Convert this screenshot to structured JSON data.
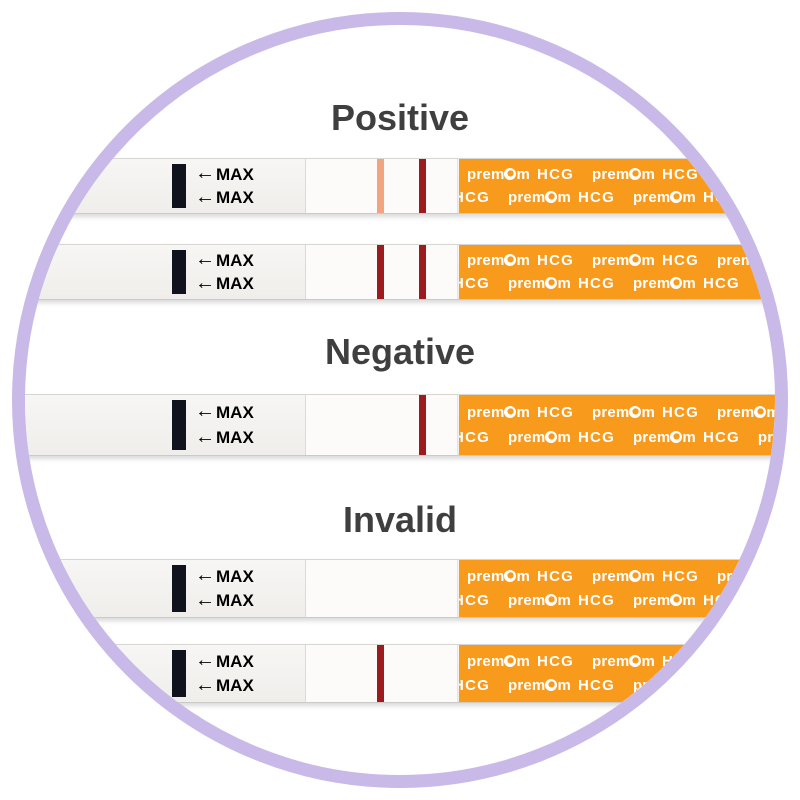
{
  "sections": [
    {
      "label": "Positive",
      "strips": [
        {
          "id": "positive-faint-test-line",
          "test_line": "faint",
          "control_line": "strong"
        },
        {
          "id": "positive-strong-test-line",
          "test_line": "strong",
          "control_line": "strong"
        }
      ]
    },
    {
      "label": "Negative",
      "strips": [
        {
          "id": "negative-control-line-only",
          "test_line": "none",
          "control_line": "strong"
        }
      ]
    },
    {
      "label": "Invalid",
      "strips": [
        {
          "id": "invalid-no-lines",
          "test_line": "none",
          "control_line": "none"
        },
        {
          "id": "invalid-test-line-only",
          "test_line": "strong",
          "control_line": "none"
        }
      ]
    }
  ],
  "strip": {
    "arrow": "←",
    "max_label": "MAX",
    "brand": "premom",
    "product": "HCG"
  },
  "colors": {
    "ring": "#c8b9e8",
    "tape_orange": "#f89a1c",
    "line_strong": "#9b1b1e",
    "line_faint": "#f0a580",
    "heading_text": "#3f3f3f"
  }
}
